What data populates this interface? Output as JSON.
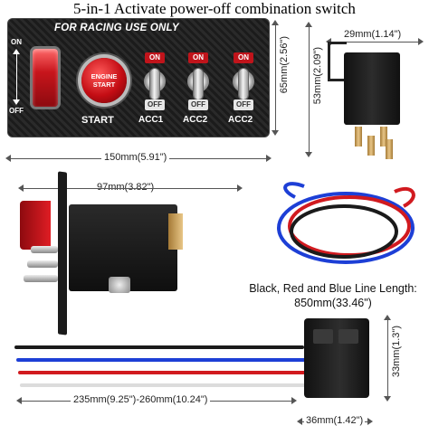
{
  "title": "5-in-1 Activate power-off combination switch",
  "panel": {
    "heading": "FOR RACING USE ONLY",
    "side_on": "ON",
    "side_off": "OFF",
    "engine_line1": "ENGINE",
    "engine_line2": "START",
    "start_label": "START",
    "toggles": [
      {
        "label": "ACC1",
        "on": "ON",
        "off": "OFF"
      },
      {
        "label": "ACC2",
        "on": "ON",
        "off": "OFF"
      },
      {
        "label": "ACC2",
        "on": "ON",
        "off": "OFF"
      }
    ]
  },
  "dimensions": {
    "panel_height": "65mm(2.56\")",
    "panel_width": "150mm(5.91\")",
    "relay_width": "29mm(1.14\")",
    "relay_height": "53mm(2.09\")",
    "side_depth": "97mm(3.82\")",
    "socket_height": "33mm(1.3\")",
    "socket_width": "36mm(1.42\")",
    "wire_length": "235mm(9.25\")-260mm(10.24\")"
  },
  "wire_caption": {
    "line1": "Black, Red and Blue Line Length:",
    "line2": "850mm(33.46\")"
  },
  "colors": {
    "wire_black": "#1a1a1a",
    "wire_red": "#d11a1f",
    "wire_blue": "#1d3fd6",
    "switch_red": "#c8151c",
    "carbon": "#222222"
  }
}
